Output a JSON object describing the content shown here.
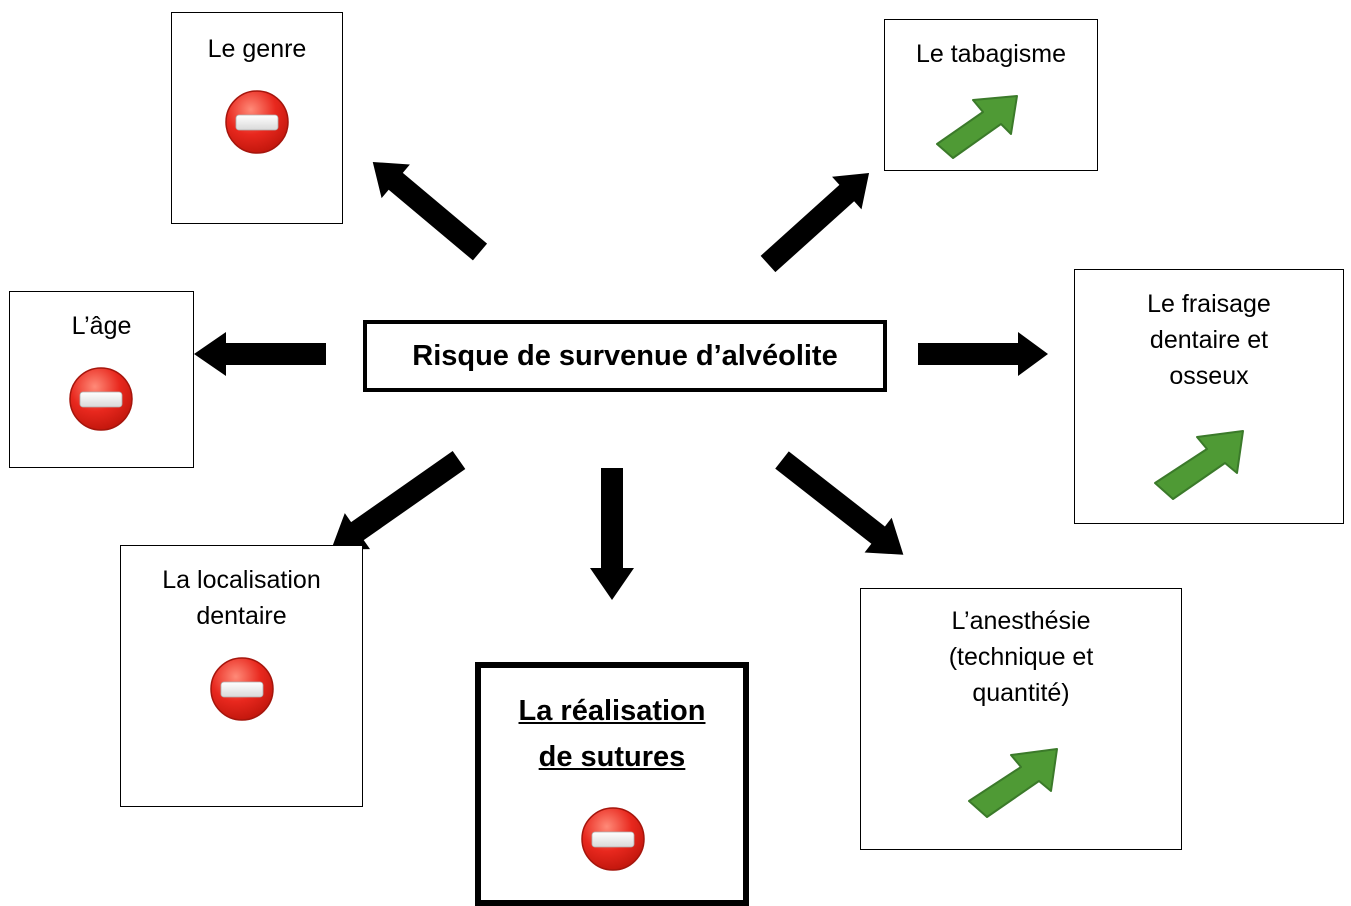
{
  "center": {
    "label": "Risque de survenue d’alvéolite"
  },
  "factors": {
    "genre": {
      "label": "Le genre",
      "effect": "no-effect"
    },
    "age": {
      "label": "L’âge",
      "effect": "no-effect"
    },
    "localisation": {
      "label": "La localisation dentaire",
      "effect": "no-effect"
    },
    "sutures": {
      "label": "La réalisation de sutures",
      "effect": "no-effect"
    },
    "tabagisme": {
      "label": "Le tabagisme",
      "effect": "increase"
    },
    "fraisage": {
      "label": "Le fraisage dentaire et osseux",
      "effect": "increase"
    },
    "anesthesie": {
      "label": "L’anesthésie (technique et quantité)",
      "effect": "increase"
    }
  },
  "icons": {
    "no_effect": "no-entry-icon",
    "increase": "green-up-arrow-icon"
  },
  "colors": {
    "no_entry_red": "#e8281e",
    "increase_green": "#4f9a35",
    "increase_green_stroke": "#3b7a2a",
    "connector": "#000000"
  }
}
